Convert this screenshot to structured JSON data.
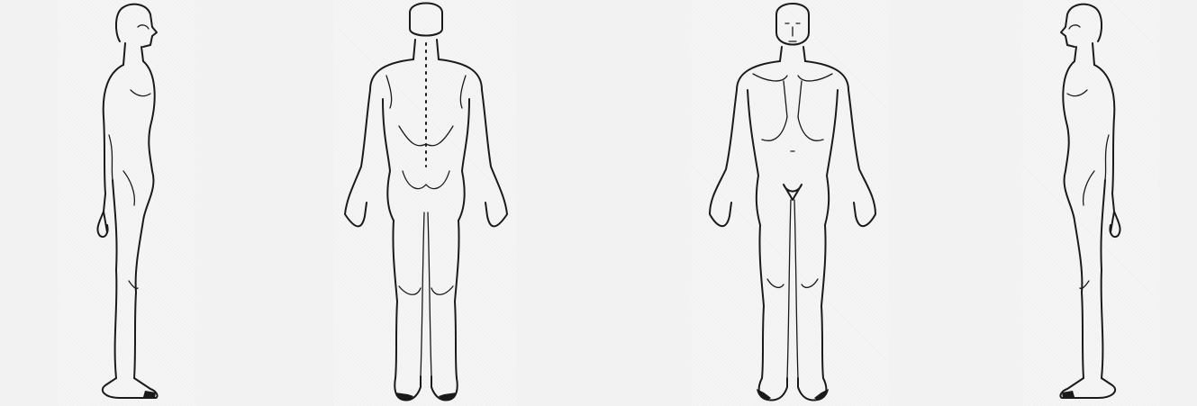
{
  "chart_data": {
    "type": "body-diagram",
    "views": [
      {
        "view": "right-side"
      },
      {
        "view": "back"
      },
      {
        "view": "front"
      },
      {
        "view": "left-side"
      }
    ]
  },
  "colors": {
    "background": "#f2f2f2",
    "panel": "#f5f5f5",
    "line": "#1a1a1a"
  }
}
